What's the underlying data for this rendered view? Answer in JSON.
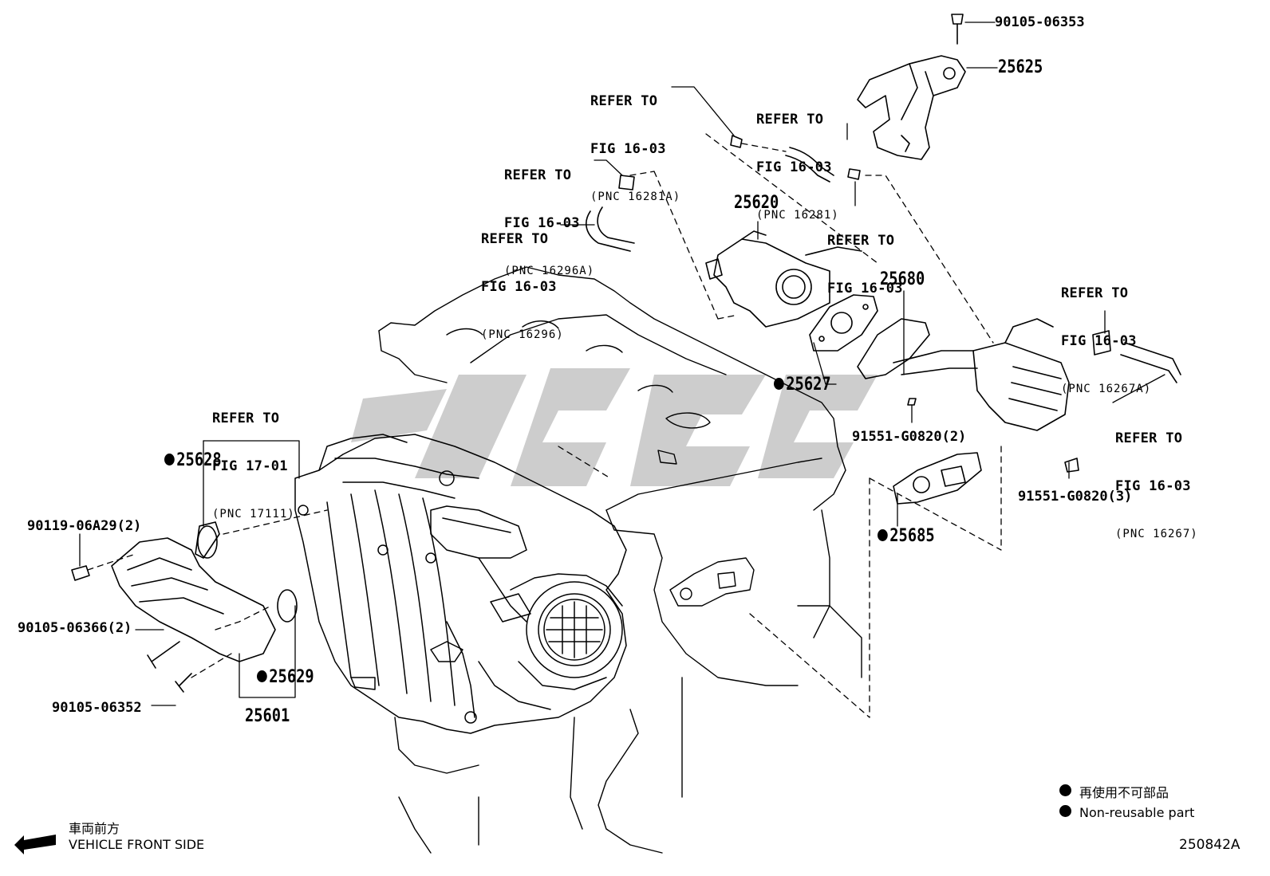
{
  "refs": {
    "r1": {
      "line1": "REFER TO",
      "line2": "FIG 16-03",
      "pnc": "(PNC 16281A)"
    },
    "r2": {
      "line1": "REFER TO",
      "line2": "FIG 16-03",
      "pnc": "(PNC 16281)"
    },
    "r3": {
      "line1": "REFER TO",
      "line2": "FIG 16-03",
      "pnc": "(PNC 16296A)"
    },
    "r4": {
      "line1": "REFER TO",
      "line2": "FIG 16-03",
      "pnc": "(PNC 16296)"
    },
    "r5": {
      "line1": "REFER TO",
      "line2": "FIG 16-03"
    },
    "r6": {
      "line1": "REFER TO",
      "line2": "FIG 16-03",
      "pnc": "(PNC 16267A)"
    },
    "r7": {
      "line1": "REFER TO",
      "line2": "FIG 16-03",
      "pnc": "(PNC 16267)"
    },
    "r8": {
      "line1": "REFER TO",
      "line2": "FIG 17-01",
      "pnc": "(PNC 17111)"
    }
  },
  "parts": {
    "p90105_06353": "90105-06353",
    "p25625": "25625",
    "p25620": "25620",
    "p25680": "25680",
    "p25627": "25627",
    "p91551_g0820_2": "91551-G0820(2)",
    "p91551_g0820_3": "91551-G0820(3)",
    "p25685": "25685",
    "p25628": "25628",
    "p90119_06a29": "90119-06A29(2)",
    "p90105_06366": "90105-06366(2)",
    "p25629": "25629",
    "p90105_06352": "90105-06352",
    "p25601": "25601"
  },
  "legend": {
    "jp": "再使用不可部品",
    "en": "Non-reusable part"
  },
  "footer": {
    "jp": "車両前方",
    "en": "VEHICLE FRONT SIDE",
    "code": "250842A"
  }
}
